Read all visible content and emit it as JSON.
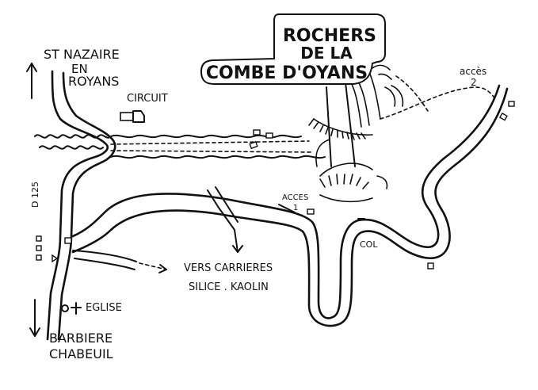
{
  "labels": {
    "title_line1": "ROCHERS",
    "title_line2": "DE LA",
    "title_line3": "COMBE D'OYANS",
    "north_line1": "ST NAZAIRE",
    "north_line2": "EN",
    "north_line3": "ROYANS",
    "south_line1": "BARBIERE",
    "south_line2": "CHABEUIL",
    "circuit": "CIRCUIT",
    "road_number": "D 125",
    "acces1": "ACCES",
    "acces1_num": "1",
    "acces2": "accès",
    "acces2_num": "2",
    "col": "COL",
    "carrieres_line1": "VERS CARRIERES",
    "carrieres_line2": "SILICE . KAOLIN",
    "eglise": "EGLISE"
  },
  "icons": [
    "north-arrow-icon",
    "south-arrow-icon",
    "car-icon",
    "church-cross-icon",
    "parking-square-icon"
  ],
  "colors": {
    "ink": "#111111",
    "paper": "#ffffff"
  }
}
